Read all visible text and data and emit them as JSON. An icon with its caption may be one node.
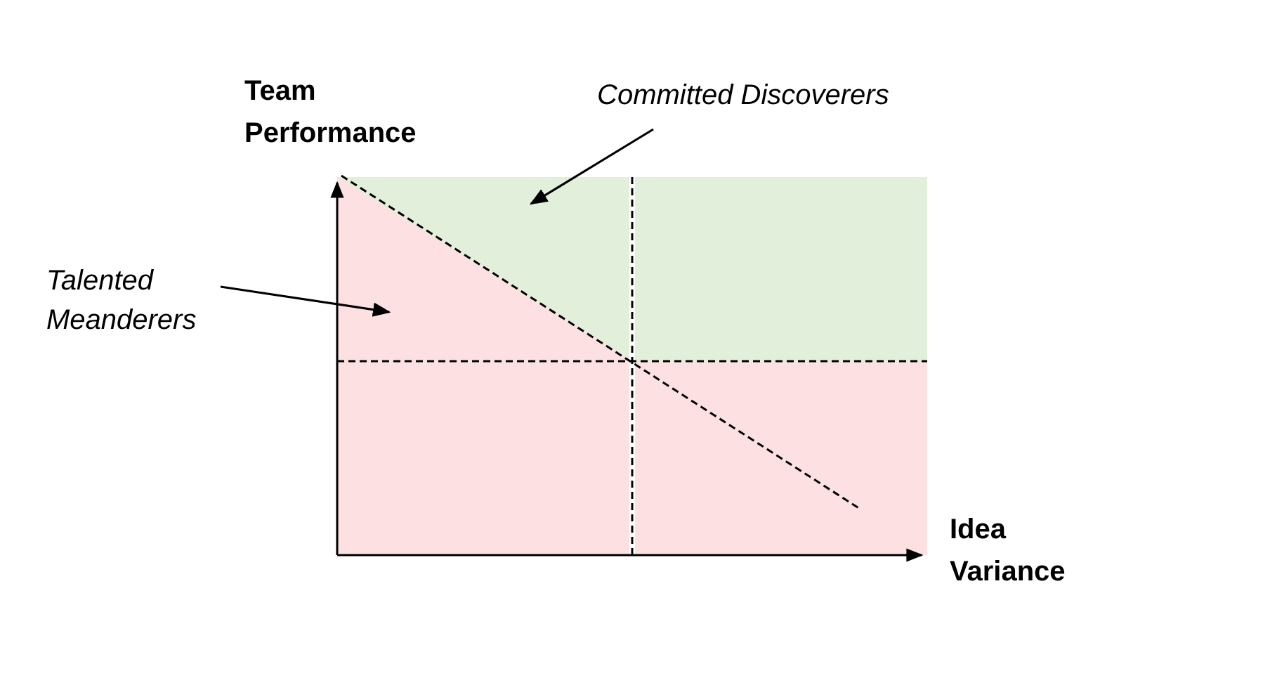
{
  "diagram": {
    "nodes": [
      {
        "text": [
          "Committed Discoverers"
        ]
      },
      {
        "text": [
          "Talented Meanderers"
        ]
      },
      {
        "text": [],
        "shape": "triangle"
      },
      {
        "text": [],
        "shape": "triangle"
      }
    ],
    "edges": [
      {
        "from": 0,
        "to": 2,
        "arrow": "to"
      },
      {
        "from": 1,
        "to": 3,
        "arrow": "to"
      }
    ],
    "labels": [
      "Team Performance",
      "Idea Variance"
    ]
  }
}
